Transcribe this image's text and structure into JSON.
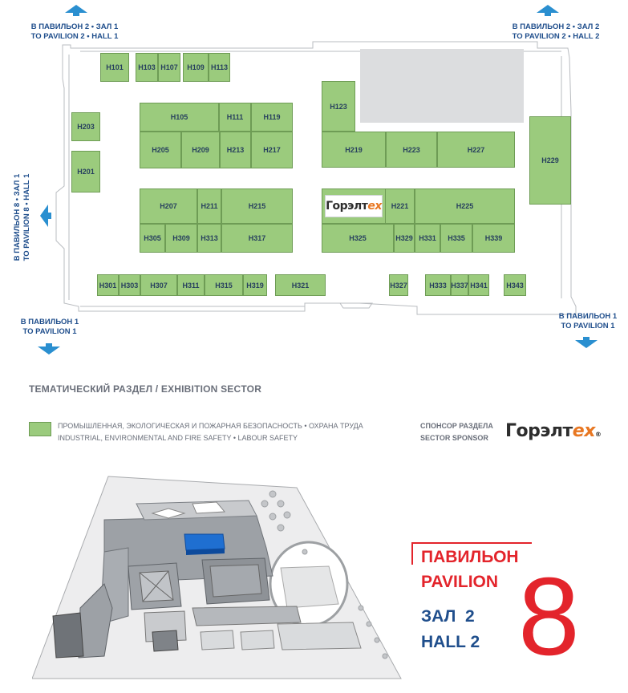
{
  "nav": {
    "top_left": {
      "ru": "В ПАВИЛЬОН 2 • ЗАЛ 1",
      "en": "TO PAVILION 2 • HALL 1"
    },
    "top_right": {
      "ru": "В ПАВИЛЬОН 2 • ЗАЛ 2",
      "en": "TO PAVILION 2 • HALL 2"
    },
    "left": {
      "ru": "В ПАВИЛЬОН 8 • ЗАЛ 1",
      "en": "TO PAVILION 8 • HALL 1"
    },
    "bottom_left": {
      "ru": "В ПАВИЛЬОН 1",
      "en": "TO PAVILION 1"
    },
    "bottom_right": {
      "ru": "В ПАВИЛЬОН 1",
      "en": "TO PAVILION 1"
    }
  },
  "booths": {
    "H101": "H101",
    "H103": "H103",
    "H107": "H107",
    "H109": "H109",
    "H113": "H113",
    "H105": "H105",
    "H111": "H111",
    "H119": "H119",
    "H205": "H205",
    "H209": "H209",
    "H213": "H213",
    "H217": "H217",
    "H203": "H203",
    "H201": "H201",
    "H123": "H123",
    "H219": "H219",
    "H223": "H223",
    "H227": "H227",
    "H229": "H229",
    "H207": "H207",
    "H211": "H211",
    "H215": "H215",
    "H305": "H305",
    "H309": "H309",
    "H313": "H313",
    "H317": "H317",
    "H221": "H221",
    "H225": "H225",
    "H325": "H325",
    "H329": "H329",
    "H331": "H331",
    "H335": "H335",
    "H339": "H339",
    "H301": "H301",
    "H303": "H303",
    "H307": "H307",
    "H311": "H311",
    "H315": "H315",
    "H319": "H319",
    "H321": "H321",
    "H327": "H327",
    "H333": "H333",
    "H337": "H337",
    "H341": "H341",
    "H343": "H343"
  },
  "sector": {
    "title": "ТЕМАТИЧЕСКИЙ РАЗДЕЛ / EXHIBITION SECTOR",
    "legend_ru": "ПРОМЫШЛЕННАЯ, ЭКОЛОГИЧЕСКАЯ И ПОЖАРНАЯ БЕЗОПАСНОСТЬ • ОХРАНА ТРУДА",
    "legend_en": "INDUSTRIAL, ENVIRONMENTAL AND FIRE SAFETY • LABOUR SAFETY",
    "sponsor_ru": "СПОНСОР РАЗДЕЛА",
    "sponsor_en": "SECTOR SPONSOR"
  },
  "logo": {
    "part_a": "Горэлт",
    "part_b": "ex",
    "mark": "®"
  },
  "pavilion": {
    "pavilion_ru": "ПАВИЛЬОН",
    "pavilion_en": "PAVILION",
    "hall_ru": "ЗАЛ  2",
    "hall_en": "HALL 2",
    "number": "8"
  },
  "colors": {
    "booth_green": "#9bcb7d",
    "nav_blue": "#1f4e8c",
    "arrow_blue": "#2a8fd0",
    "accent_red": "#e3242b",
    "highlight_blue": "#1f6fd1",
    "logo_orange": "#e87722"
  }
}
